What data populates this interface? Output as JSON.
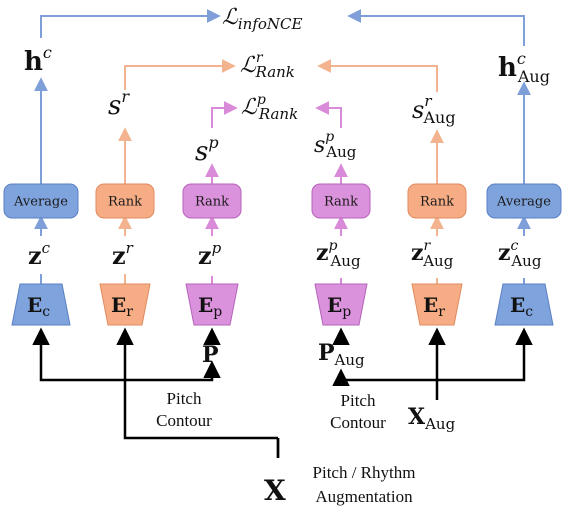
{
  "colors": {
    "blue_line": "#7f9fd8",
    "blue_fill": "#7fa3dc",
    "blue_stroke": "#5a7fc4",
    "orange_line": "#f3b38e",
    "orange_fill": "#f6ad85",
    "orange_stroke": "#e08a5e",
    "purple_line": "#d98ad9",
    "purple_fill": "#db92dc",
    "purple_stroke": "#b862bb",
    "black": "#000000"
  },
  "losses": {
    "infonce": {
      "symbol": "ℒ",
      "sub": "infoNCE"
    },
    "rank_r": {
      "symbol": "ℒ",
      "sup": "r",
      "sub": "Rank"
    },
    "rank_p": {
      "symbol": "ℒ",
      "sup": "p",
      "sub": "Rank"
    }
  },
  "top_nodes": {
    "h": {
      "base": "h",
      "sup": "c"
    },
    "h_aug": {
      "base": "h",
      "sup": "c",
      "sub": "Aug"
    },
    "s_r": {
      "base": "s",
      "sup": "r"
    },
    "s_p": {
      "base": "s",
      "sup": "p"
    },
    "s_p_aug": {
      "base": "s",
      "sup": "p",
      "sub": "Aug"
    },
    "s_r_aug": {
      "base": "s",
      "sup": "r",
      "sub": "Aug"
    }
  },
  "heads": [
    {
      "label": "Average",
      "color": "blue"
    },
    {
      "label": "Rank",
      "color": "orange"
    },
    {
      "label": "Rank",
      "color": "purple"
    },
    {
      "label": "Rank",
      "color": "purple"
    },
    {
      "label": "Rank",
      "color": "orange"
    },
    {
      "label": "Average",
      "color": "blue"
    }
  ],
  "z_vars": [
    {
      "base": "z",
      "sup": "c"
    },
    {
      "base": "z",
      "sup": "r"
    },
    {
      "base": "z",
      "sup": "p"
    },
    {
      "base": "z",
      "sup": "p",
      "sub": "Aug"
    },
    {
      "base": "z",
      "sup": "r",
      "sub": "Aug"
    },
    {
      "base": "z",
      "sup": "c",
      "sub": "Aug"
    }
  ],
  "encoders": [
    {
      "base": "E",
      "sub": "c"
    },
    {
      "base": "E",
      "sub": "r"
    },
    {
      "base": "E",
      "sub": "p"
    },
    {
      "base": "E",
      "sub": "p"
    },
    {
      "base": "E",
      "sub": "r"
    },
    {
      "base": "E",
      "sub": "c"
    }
  ],
  "inputs": {
    "P": {
      "base": "P"
    },
    "P_aug": {
      "base": "P",
      "sub": "Aug"
    },
    "X": {
      "base": "X"
    },
    "X_aug": {
      "base": "X",
      "sub": "Aug"
    }
  },
  "captions": {
    "pitch_contour_left": [
      "Pitch",
      "Contour"
    ],
    "pitch_contour_right": [
      "Pitch",
      "Contour"
    ],
    "augmentation": [
      "Pitch / Rhythm",
      "Augmentation"
    ]
  }
}
